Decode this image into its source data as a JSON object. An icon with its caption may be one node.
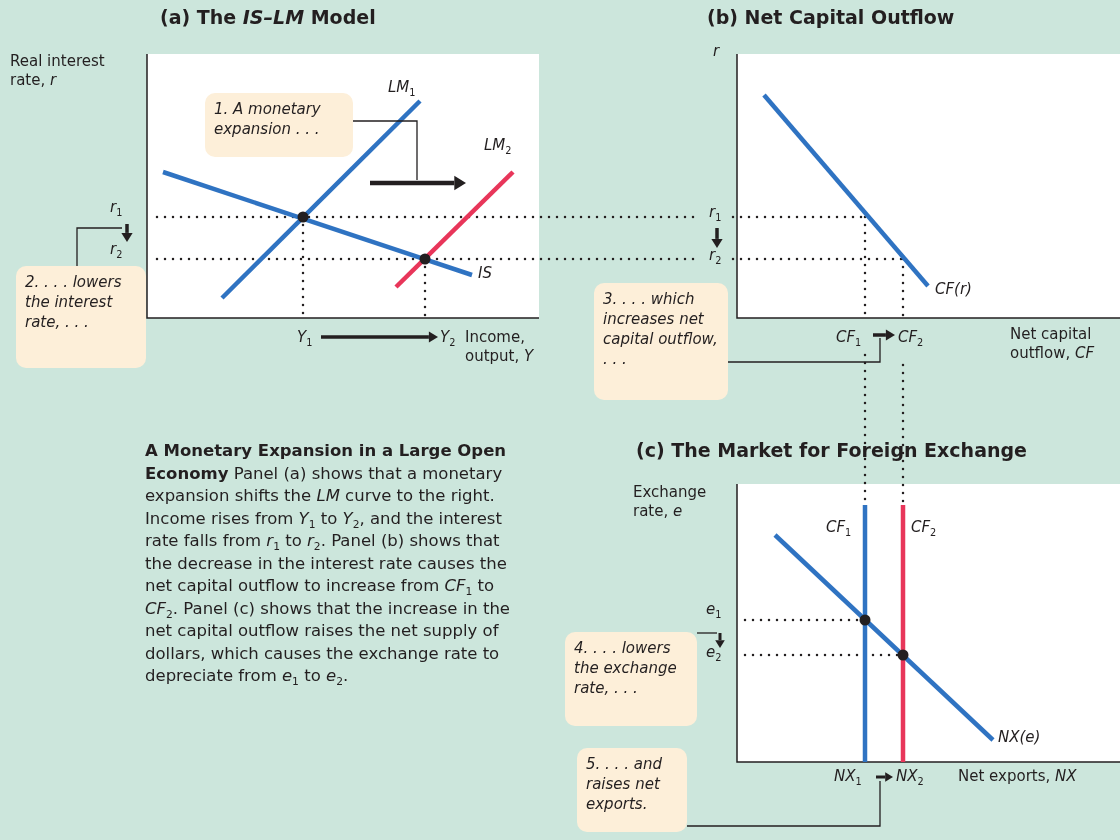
{
  "diagram": {
    "caption": "**A Monetary Expansion in a Large Open Economy** Panel (a) shows that a monetary expansion shifts the *LM* curve to the right. Income rises from *Y*$_{1}$ to *Y*$_{2}$, and the interest rate falls from *r*$_{1}$ to *r*$_{2}$. Panel (b) shows that the decrease in the interest rate causes the net capital outflow to increase from *CF*$_{1}$ to *CF*$_{2}$. Panel (c) shows that the increase in the net capital outflow raises the net supply of dollars, which causes the exchange rate to depreciate from *e*$_{1}$ to *e*$_{2}$.",
    "nodes": [
      {
        "text": [
          "1. A monetary expansion . . ."
        ]
      },
      {
        "text": [
          "2. . . . lowers the interest rate, . . ."
        ]
      },
      {
        "text": [
          "3. . . . which increases net capital outflow, . . ."
        ]
      },
      {
        "text": [
          "4. . . . lowers the exchange rate, . . ."
        ]
      },
      {
        "text": [
          "5. . . . and raises net exports."
        ]
      }
    ],
    "edges": [
      {
        "from": 0,
        "to": null,
        "arrow": "none"
      },
      {
        "from": 1,
        "to": null,
        "arrow": "none"
      },
      {
        "from": 2,
        "to": null,
        "arrow": "none"
      },
      {
        "from": 3,
        "to": null,
        "arrow": "none"
      },
      {
        "from": 4,
        "to": null,
        "arrow": "none"
      }
    ],
    "labels": [
      "(a) The *IS–LM* Model",
      "(b) Net Capital Outflow",
      "Real interest rate, *r*",
      "LM$_{1}$",
      "LM$_{2}$",
      "IS",
      "r$_{1}$",
      "r$_{2}$",
      "Y$_{1}$",
      "Y$_{2}$",
      "Income, output, *Y*",
      "r",
      "r$_{1}$",
      "r$_{2}$",
      "CF(r)",
      "CF$_{1}$",
      "CF$_{2}$",
      "Net capital outflow, *CF*",
      "(c) The Market for Foreign Exchange",
      "Exchange rate, *e*",
      "CF$_{1}$",
      "CF$_{2}$",
      "e$_{1}$",
      "e$_{2}$",
      "NX(e)",
      "NX$_{1}$",
      "NX$_{2}$",
      "Net exports, *NX*"
    ]
  }
}
